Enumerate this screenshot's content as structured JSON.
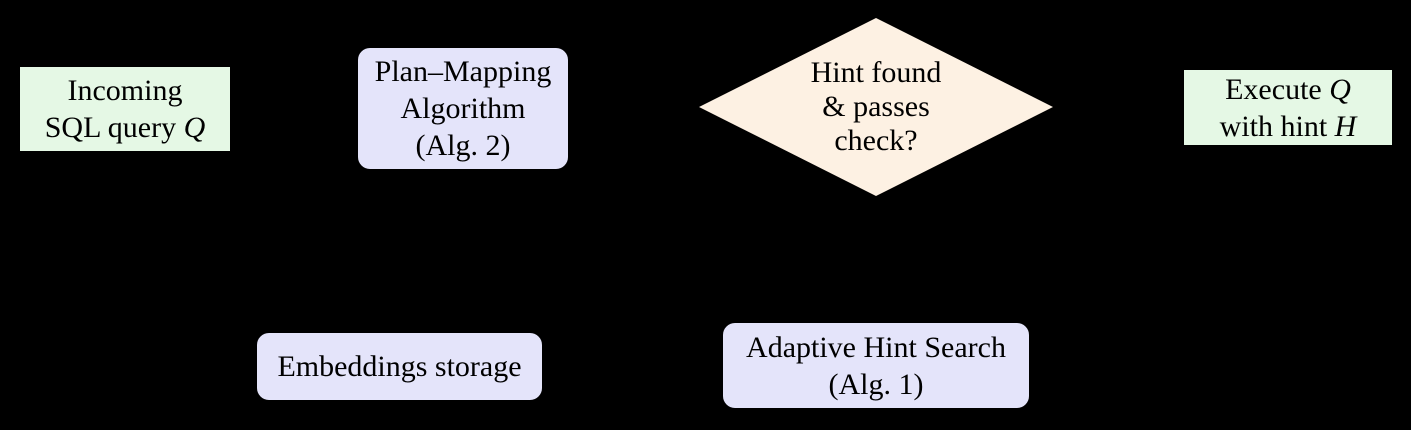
{
  "figure": {
    "background": "#000000"
  },
  "colors": {
    "io_fill": "#e5f8e5",
    "process_fill": "#e4e4fa",
    "decision_fill": "#fdf1e3",
    "border": "#000000",
    "text": "#000000"
  },
  "nodes": {
    "incoming": {
      "line1": "Incoming",
      "line2_pre": "SQL query ",
      "line2_var": "Q"
    },
    "plan": {
      "line1": "Plan–Mapping",
      "line2": "Algorithm",
      "line3": "(Alg. 2)"
    },
    "decision": {
      "line1": "Hint found",
      "line2": "& passes",
      "line3": "check?"
    },
    "execute": {
      "line1_pre": "Execute ",
      "line1_var": "Q",
      "line2_pre": "with hint ",
      "line2_var": "H"
    },
    "embeddings": {
      "label": "Embeddings storage"
    },
    "adaptive": {
      "line1": "Adaptive Hint Search",
      "line2": "(Alg. 1)"
    }
  }
}
